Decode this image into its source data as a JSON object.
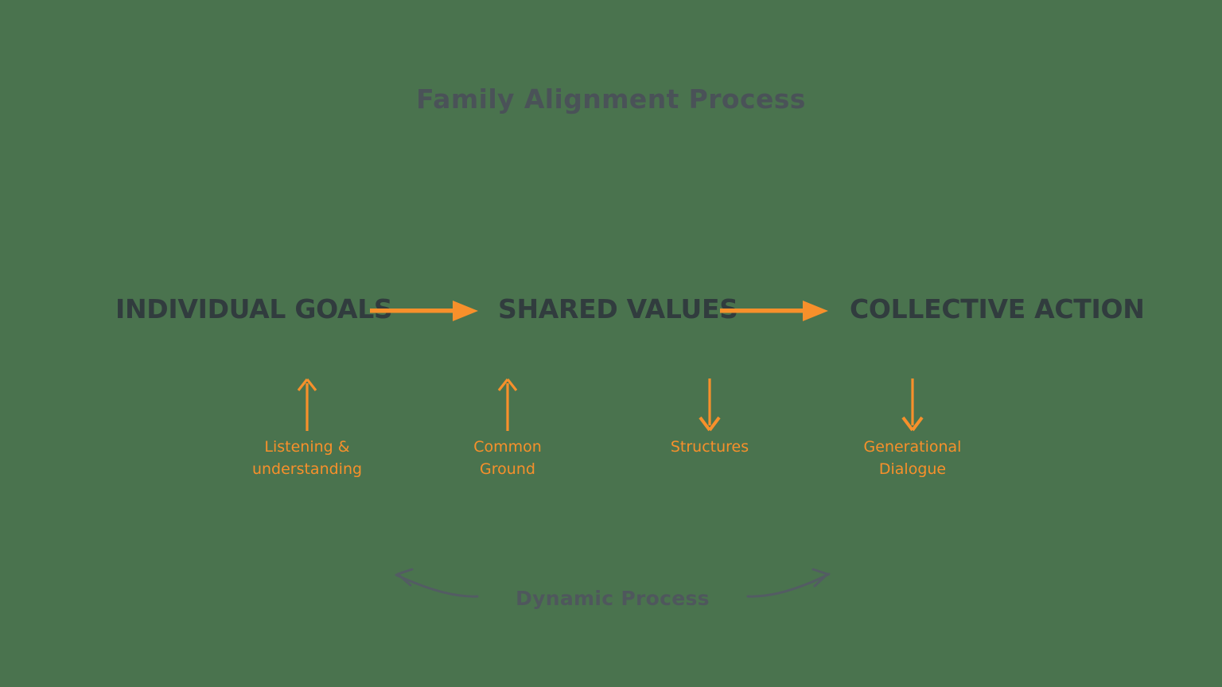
{
  "diagram": {
    "title": "Family Alignment Process",
    "background_color": "#4a734e",
    "accent_color": "#f7902b",
    "text_color": "#313c3e",
    "title_color": "#4a5258"
  },
  "stages": [
    {
      "label": "INDIVIDUAL GOALS"
    },
    {
      "label": "SHARED VALUES"
    },
    {
      "label": "COLLECTIVE ACTION"
    }
  ],
  "flow_arrows": [
    {
      "name": "arrow-goals-to-values",
      "direction": "right"
    },
    {
      "name": "arrow-values-to-action",
      "direction": "right"
    }
  ],
  "supports": [
    {
      "label": "Listening &\nunderstanding",
      "direction": "up"
    },
    {
      "label": "Common\nGround",
      "direction": "up"
    },
    {
      "label": "Structures",
      "direction": "down"
    },
    {
      "label": "Generational\nDialogue",
      "direction": "down"
    }
  ],
  "footer": {
    "label": "Dynamic Process",
    "arrow_direction": "bidirectional",
    "arrow_color": "#535c63"
  }
}
